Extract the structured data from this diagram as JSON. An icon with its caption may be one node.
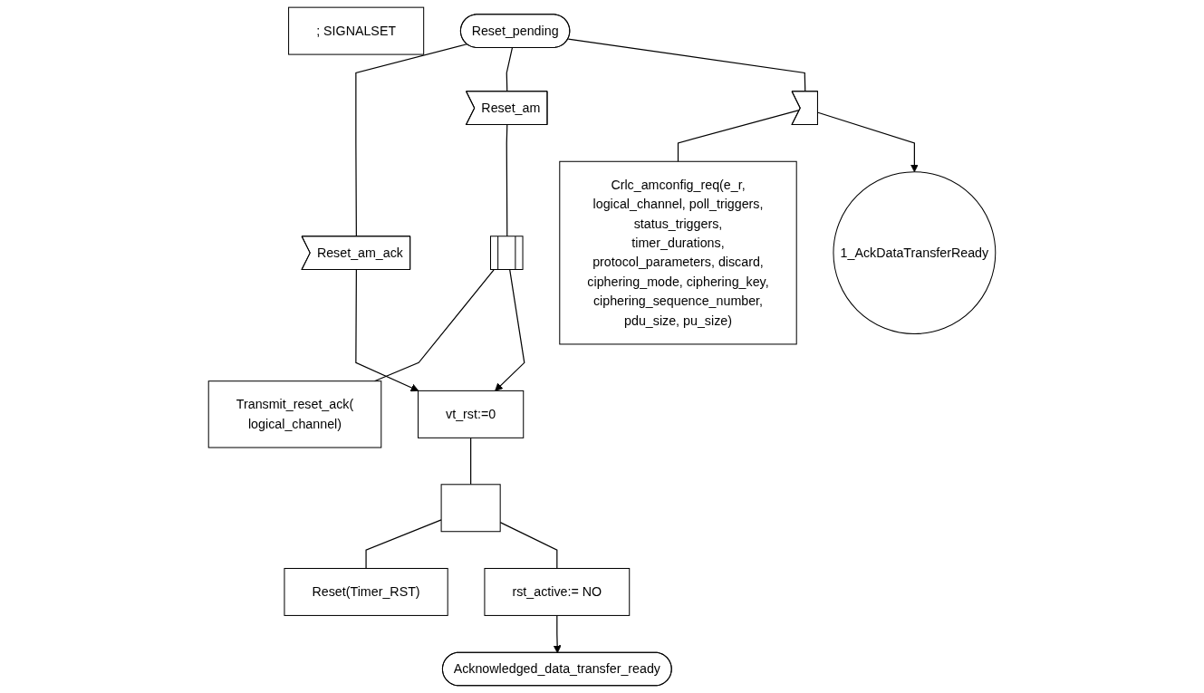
{
  "diagram": {
    "nodes": [
      {
        "text": [
          "; SIGNALSET"
        ]
      },
      {
        "text": [
          "Reset_pending"
        ]
      },
      {
        "text": [
          "Reset_am_ack"
        ]
      },
      {
        "text": [
          "Reset_am"
        ]
      },
      {
        "text": [],
        "shape": "flag"
      },
      {
        "text": [
          "Crlc_amconfig_req(e_r, logical_channel, poll_triggers, status_triggers, timer_durations, protocol_parameters, discard, ciphering_mode, ciphering_key, ciphering_sequence_number, pdu_size, pu_size)"
        ]
      },
      {
        "text": [],
        "shape": "box"
      },
      {
        "text": [
          "Transmit_reset_ack( logical_channel)"
        ]
      },
      {
        "text": [
          "vt_rst:=0"
        ]
      },
      {
        "text": [],
        "shape": "box"
      },
      {
        "text": [
          "Reset(Timer_RST)"
        ]
      },
      {
        "text": [
          "rst_active:= NO"
        ]
      },
      {
        "text": [
          "Acknowledged_data_transfer_ready"
        ]
      },
      {
        "text": [
          "1_AckDataTransferReady"
        ]
      }
    ],
    "edges": [
      {
        "from": 1,
        "to": 2,
        "arrow": "none"
      },
      {
        "from": 1,
        "to": 3,
        "arrow": "none"
      },
      {
        "from": 1,
        "to": 4,
        "arrow": "none"
      },
      {
        "from": 4,
        "to": 5,
        "arrow": "none"
      },
      {
        "from": 3,
        "to": 6,
        "arrow": "none"
      },
      {
        "from": 6,
        "to": 7,
        "arrow": "none"
      },
      {
        "from": 2,
        "to": 8,
        "arrow": "to"
      },
      {
        "from": 6,
        "to": 8,
        "arrow": "to"
      },
      {
        "from": 8,
        "to": 9,
        "arrow": "none"
      },
      {
        "from": 9,
        "to": 10,
        "arrow": "none"
      },
      {
        "from": 9,
        "to": 11,
        "arrow": "none"
      },
      {
        "from": 11,
        "to": 12,
        "arrow": "to"
      },
      {
        "from": 4,
        "to": 13,
        "arrow": "to"
      }
    ]
  }
}
